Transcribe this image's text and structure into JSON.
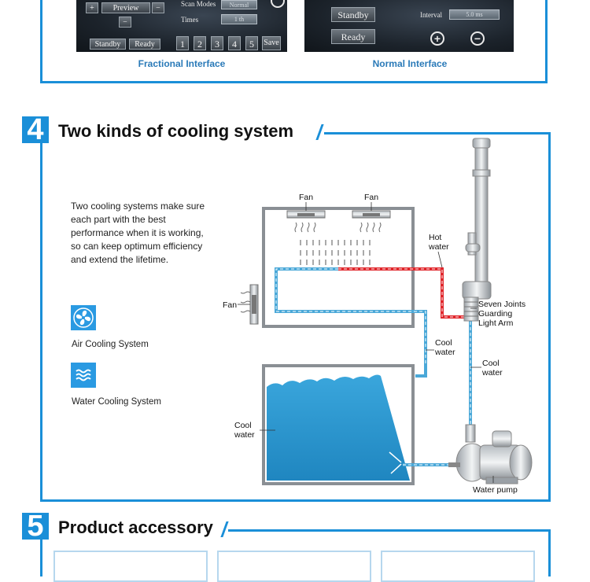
{
  "fractional_interface": {
    "caption": "Fractional Interface",
    "plus_icon": "plus-icon",
    "minus_icon": "minus-icon",
    "preview_label": "Preview",
    "scan_modes_label": "Scan Modes",
    "scan_modes_value": "Normal",
    "times_label": "Times",
    "times_value": "1   th",
    "standby_label": "Standby",
    "ready_label": "Ready",
    "numbers": [
      "1",
      "2",
      "3",
      "4",
      "5"
    ],
    "save_label": "Save"
  },
  "normal_interface": {
    "caption": "Normal Interface",
    "standby_label": "Standby",
    "ready_label": "Ready",
    "interval_label": "Interval",
    "interval_value": "5.0   ms"
  },
  "section4": {
    "number": "4",
    "title": "Two kinds of cooling system",
    "description": "Two cooling systems make sure each part with the best performance when it is working, so can keep optimum efficiency and extend the lifetime.",
    "air_cooling_label": "Air Cooling System",
    "air_cooling_icon": "fan-icon",
    "water_cooling_label": "Water Cooling System",
    "water_cooling_icon": "water-waves-icon",
    "diagram": {
      "fan_top_left": "Fan",
      "fan_top_right": "Fan",
      "fan_side": "Fan",
      "hot_water_line1": "Hot",
      "hot_water_line2": "water",
      "cool_water_mid_line1": "Cool",
      "cool_water_mid_line2": "water",
      "cool_water_right_line1": "Cool",
      "cool_water_right_line2": "water",
      "cool_water_tank_line1": "Cool",
      "cool_water_tank_line2": "water",
      "arm_line1": "Seven Joints",
      "arm_line2": "Guarding",
      "arm_line3": "Light Arm",
      "pump": "Water pump"
    }
  },
  "section5": {
    "number": "5",
    "title": "Product accessory"
  },
  "colors": {
    "accent_blue": "#1a8fd8",
    "hot_red": "#e0262b",
    "cool_blue": "#4aa8d8",
    "tank_water": "#2a9ad0"
  }
}
